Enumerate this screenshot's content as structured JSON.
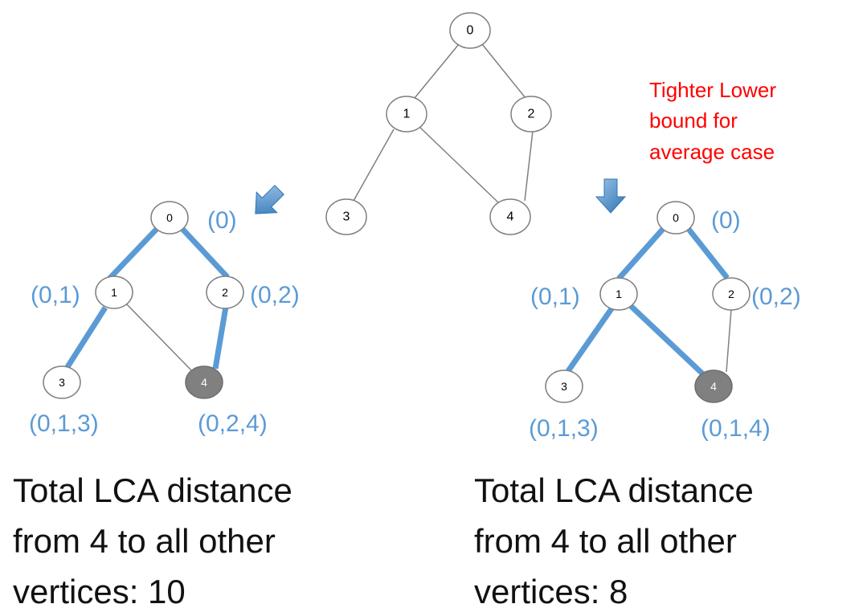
{
  "note": {
    "lines": [
      "Tighter Lower",
      "bound for",
      "average case"
    ],
    "color": "#ff0000"
  },
  "colors": {
    "thin_edge": "#808080",
    "thick_edge": "#5b9bd5",
    "node_border": "#7f7f7f",
    "node_fill": "#ffffff",
    "highlight_node_fill": "#808080",
    "label_color": "#5b9bd5",
    "arrow_fill": "#5b9bd5"
  },
  "top_graph": {
    "nodes": [
      "0",
      "1",
      "2",
      "3",
      "4"
    ],
    "edges": [
      [
        "0",
        "1"
      ],
      [
        "0",
        "2"
      ],
      [
        "1",
        "3"
      ],
      [
        "1",
        "4"
      ],
      [
        "2",
        "4"
      ]
    ]
  },
  "left_tree": {
    "nodes": [
      "0",
      "1",
      "2",
      "3",
      "4"
    ],
    "highlight_node": "4",
    "thick_edges": [
      [
        "0",
        "1"
      ],
      [
        "0",
        "2"
      ],
      [
        "1",
        "3"
      ],
      [
        "2",
        "4"
      ]
    ],
    "thin_edges": [
      [
        "1",
        "4"
      ]
    ],
    "labels": {
      "0": "(0)",
      "1": "(0,1)",
      "2": "(0,2)",
      "3": "(0,1,3)",
      "4": "(0,2,4)"
    },
    "summary": [
      "Total LCA distance",
      "from 4 to all other",
      "vertices: 10"
    ]
  },
  "right_tree": {
    "nodes": [
      "0",
      "1",
      "2",
      "3",
      "4"
    ],
    "highlight_node": "4",
    "thick_edges": [
      [
        "0",
        "1"
      ],
      [
        "0",
        "2"
      ],
      [
        "1",
        "3"
      ],
      [
        "1",
        "4"
      ]
    ],
    "thin_edges": [
      [
        "2",
        "4"
      ]
    ],
    "labels": {
      "0": "(0)",
      "1": "(0,1)",
      "2": "(0,2)",
      "3": "(0,1,3)",
      "4": "(0,1,4)"
    },
    "summary": [
      "Total LCA distance",
      "from 4 to all other",
      "vertices: 8"
    ]
  },
  "arrow_icons": [
    "down-left-arrow-icon",
    "down-arrow-icon"
  ]
}
